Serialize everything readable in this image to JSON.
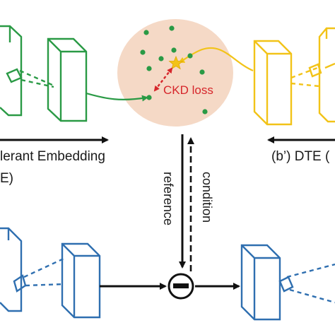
{
  "diagram": {
    "labels": {
      "embedding": "lerant Embedding",
      "embedding_abbr": "E)",
      "dte": "(b’) DTE (",
      "ckd_loss": "CKD loss",
      "reference": "reference",
      "condition": "condition",
      "subtract_symbol": "−"
    },
    "colors": {
      "green": "#2a9a45",
      "gold": "#f2c318",
      "blue": "#2f6fb0",
      "red": "#d6262b",
      "cloud": "#f5d9c6",
      "black": "#111111"
    }
  }
}
